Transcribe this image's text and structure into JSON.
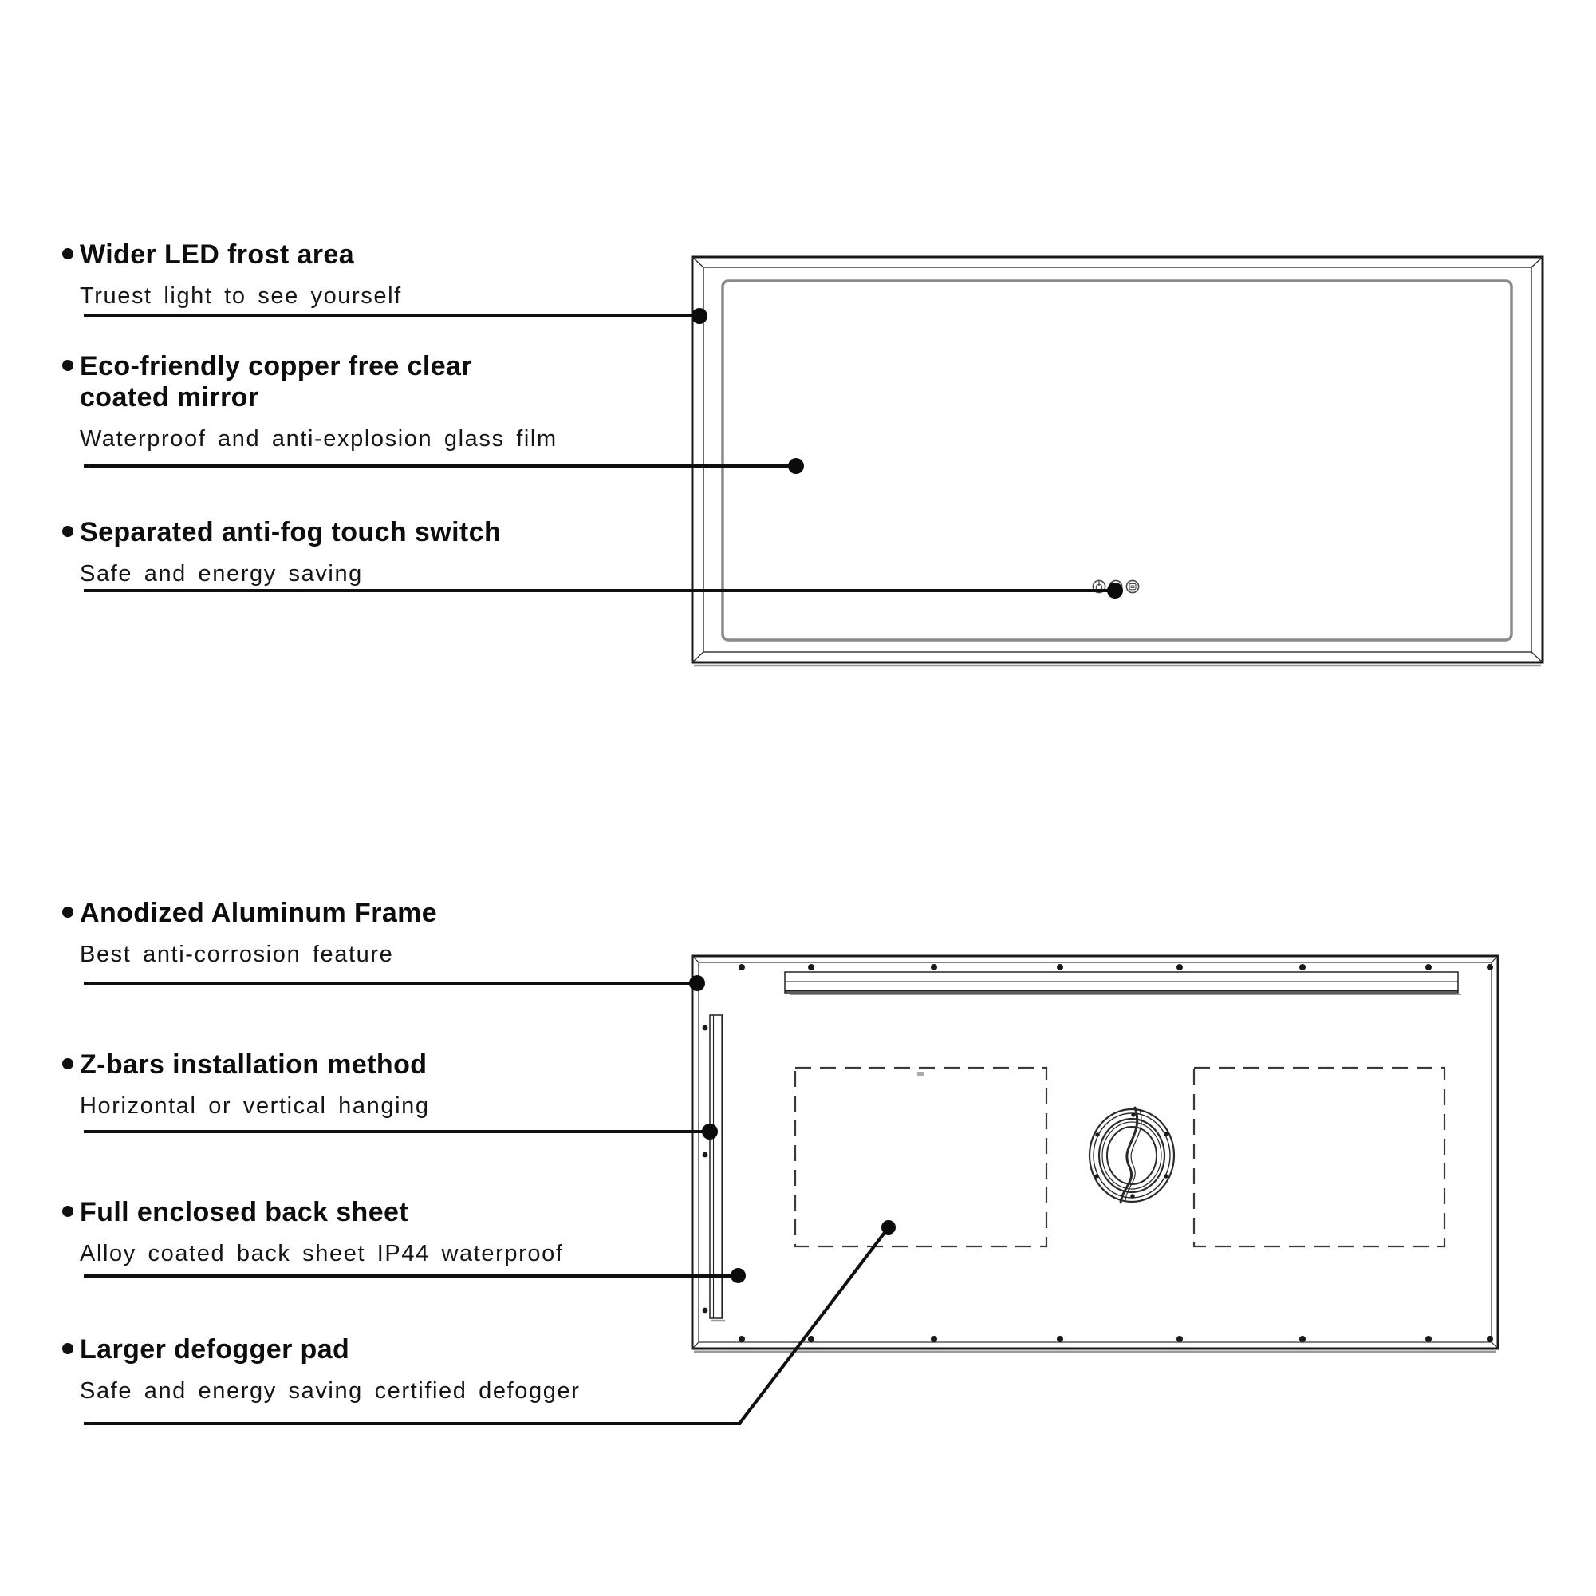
{
  "front_section": {
    "callouts": [
      {
        "title": "Wider LED frost area",
        "subtitle": "Truest light to see yourself"
      },
      {
        "title": "Eco-friendly copper free clear coated mirror",
        "subtitle": "Waterproof and anti-explosion glass film"
      },
      {
        "title": "Separated anti-fog touch switch",
        "subtitle": "Safe and energy saving"
      }
    ]
  },
  "back_section": {
    "callouts": [
      {
        "title": "Anodized Aluminum Frame",
        "subtitle": "Best anti-corrosion feature"
      },
      {
        "title": "Z-bars installation method",
        "subtitle": "Horizontal or vertical hanging"
      },
      {
        "title": "Full enclosed back sheet",
        "subtitle": "Alloy coated back sheet IP44 waterproof"
      },
      {
        "title": "Larger defogger pad",
        "subtitle": "Safe and energy saving certified defogger"
      }
    ]
  },
  "diagram": {
    "views": [
      "mirror-front-view",
      "mirror-back-view"
    ],
    "touch_switch_icons": [
      "power-icon",
      "brightness-icon",
      "defog-icon"
    ]
  },
  "colors": {
    "line": "#1a1a1a",
    "frost_line": "#8a8a8a",
    "dashed_pad": "#3a3a3a",
    "shadow": "#9a9a9a",
    "background": "#ffffff"
  }
}
